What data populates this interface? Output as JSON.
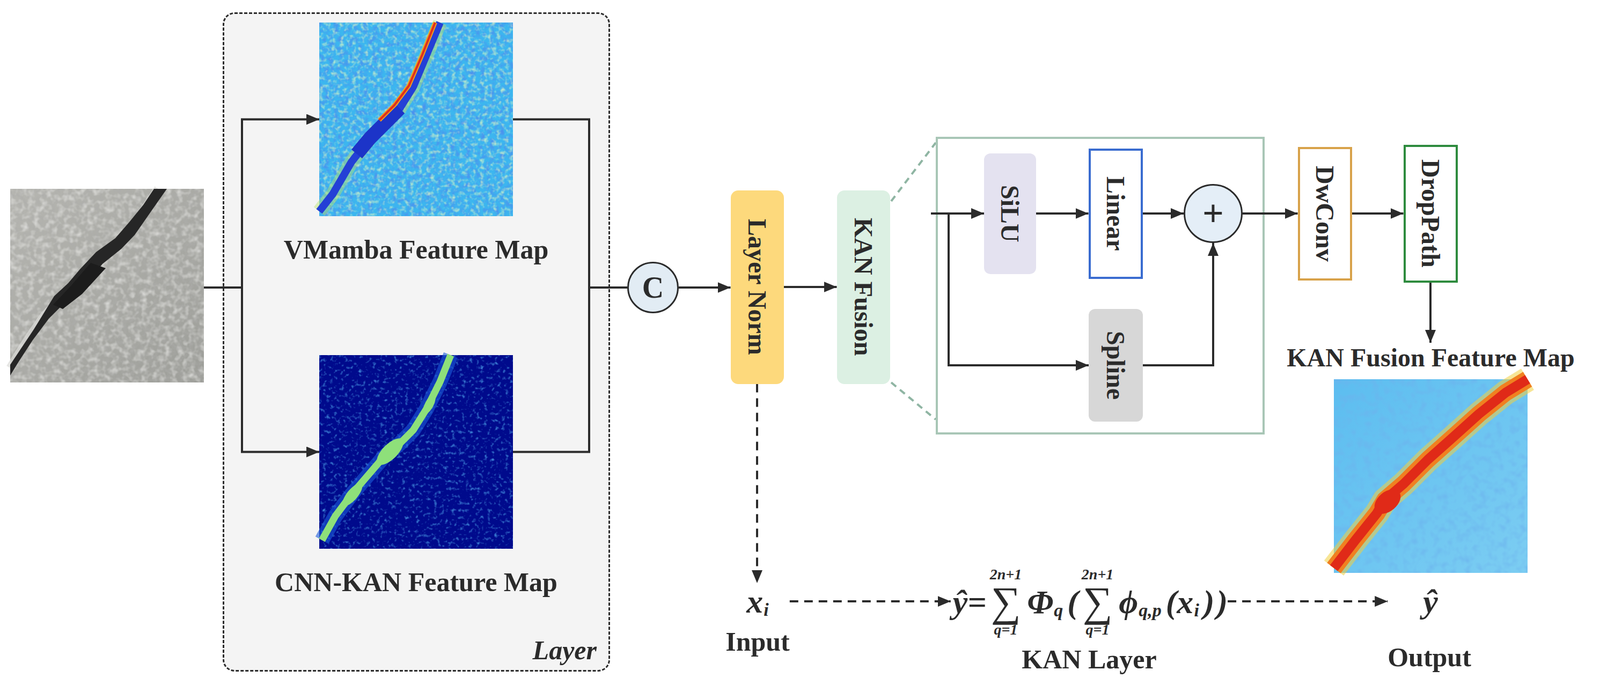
{
  "diagram": {
    "nodes": [
      {
        "text": [
          "Layer"
        ]
      },
      {
        "text": [
          "VMamba Feature Map"
        ],
        "in": 0
      },
      {
        "text": [
          "CNN-KAN Feature Map"
        ],
        "in": 0
      },
      {
        "text": [
          "C"
        ]
      },
      {
        "text": [
          "Layer Norm"
        ]
      },
      {
        "text": [
          "KAN Fusion"
        ]
      },
      {
        "text": [
          "SiLU"
        ]
      },
      {
        "text": [
          "Linear"
        ]
      },
      {
        "text": [
          "+"
        ]
      },
      {
        "text": [
          "Spline"
        ]
      },
      {
        "text": [
          "DwConv"
        ]
      },
      {
        "text": [
          "DropPath"
        ]
      },
      {
        "text": [
          "KAN Fusion Feature Map"
        ]
      },
      {
        "text": [
          "x",
          "i",
          "Input"
        ]
      },
      {
        "text": [
          "ŷ=",
          "2n+1",
          "∑",
          "q=1",
          "Φ",
          "q",
          "(",
          "2n+1",
          "∑",
          "q=1",
          "ϕ",
          "q,p",
          "(x",
          "i",
          ")",
          ")",
          "KAN Layer"
        ]
      },
      {
        "text": [
          "ŷ",
          "Output"
        ]
      }
    ],
    "edges": [
      {
        "from": 1,
        "to": 3,
        "arrow": "none"
      },
      {
        "from": 2,
        "to": 3,
        "arrow": "none"
      },
      {
        "from": 3,
        "to": 4,
        "arrow": "to"
      },
      {
        "from": 4,
        "to": 5,
        "arrow": "to"
      },
      {
        "from": 6,
        "to": 7,
        "arrow": "to"
      },
      {
        "from": 7,
        "to": 8,
        "arrow": "to"
      },
      {
        "from": 9,
        "to": 8,
        "arrow": "to"
      },
      {
        "from": 8,
        "to": 10,
        "arrow": "to"
      },
      {
        "from": 10,
        "to": 11,
        "arrow": "to"
      },
      {
        "from": 11,
        "to": 12,
        "arrow": "to"
      },
      {
        "from": 4,
        "to": 13,
        "arrow": "to"
      },
      {
        "from": 13,
        "to": 14,
        "arrow": "to"
      },
      {
        "from": 14,
        "to": 15,
        "arrow": "to"
      }
    ]
  }
}
